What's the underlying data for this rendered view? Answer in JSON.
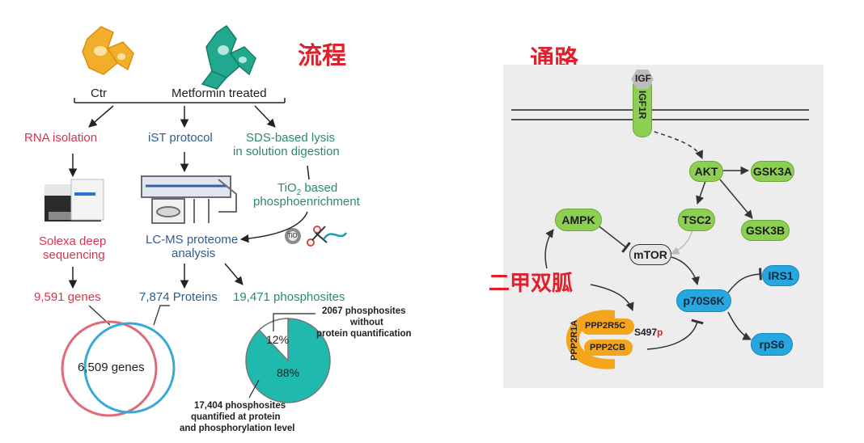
{
  "left_panel": {
    "heading": "流程",
    "groups": {
      "ctr": "Ctr",
      "treated": "Metformin treated"
    },
    "branches": {
      "rna": "RNA isolation",
      "ist": "iST protocol",
      "sds_line1": "SDS-based lysis",
      "sds_line2": "in solution digestion",
      "tio2_line1": "TiO",
      "tio2_sub": "2",
      "tio2_line1_rest": " based",
      "tio2_line2": "phosphoenrichment",
      "solexa_line1": "Solexa deep",
      "solexa_line2": "sequencing",
      "lcms_line1": "LC-MS proteome",
      "lcms_line2": "analysis",
      "tio_badge": "TiO"
    },
    "results": {
      "genes": "9,591 genes",
      "proteins": "7,874 Proteins",
      "phosphosites": "19,471 phosphosites"
    },
    "venn": {
      "overlap_label": "6,509 genes"
    },
    "pie": {
      "slice_small_label": "12%",
      "slice_large_label": "88%",
      "annotation_top_line1": "2067 phosphosites",
      "annotation_top_line2": "without",
      "annotation_top_line3": "protein quantification",
      "annotation_bottom_line1": "17,404 phosphosites",
      "annotation_bottom_line2": "quantified at protein",
      "annotation_bottom_line3": "and phosphorylation level",
      "fill_color": "#1fb9ad"
    }
  },
  "right_panel": {
    "heading": "通路",
    "drug_label": "二甲双胍",
    "nodes": {
      "igf": "IGF",
      "igf1r": "IGF1R",
      "akt": "AKT",
      "gsk3a": "GSK3A",
      "tsc2": "TSC2",
      "gsk3b": "GSK3B",
      "ampk": "AMPK",
      "mtor": "mTOR",
      "irs1": "IRS1",
      "p70s6k": "p70S6K",
      "rps6": "rpS6",
      "ppp2r1a": "PPP2R1A",
      "ppp2r5c": "PPP2R5C",
      "ppp2cb": "PPP2CB",
      "site_prefix": "S497",
      "site_suffix": "p"
    },
    "colors": {
      "background": "#ededed",
      "green": "#8ccf52",
      "blue": "#27a7e0",
      "orange": "#f4a51c"
    }
  }
}
